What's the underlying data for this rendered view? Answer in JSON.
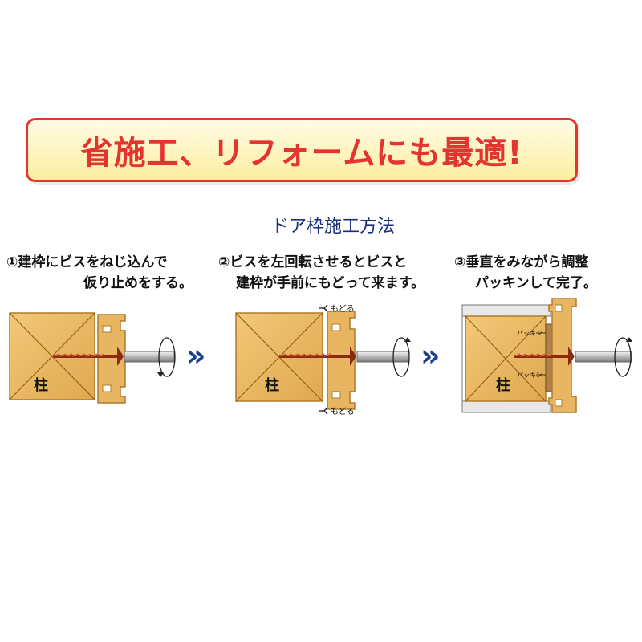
{
  "banner": {
    "text": "省施工、リフォームにも最適!"
  },
  "section_title": "ドア枠施工方法",
  "steps": [
    {
      "line1": "①建枠にビスをねじ込んで",
      "line2": "仮り止めをする。"
    },
    {
      "line1": "②ビスを左回転させるとビスと",
      "line2": "建枠が手前にもどって来ます。"
    },
    {
      "line1": "③垂直をみながら調整",
      "line2": "パッキンして完了。"
    }
  ],
  "diagram": {
    "pillar_label": "柱",
    "return_label": "もどる",
    "packing_label": "パッキン",
    "arrow_glyph": "»",
    "colors": {
      "banner_border": "#e4342f",
      "banner_text": "#e4342f",
      "wood": "#e8b560",
      "wood_dark": "#c98a2e",
      "screw": "#8b2a12",
      "arrow": "#1a3f8f"
    }
  }
}
